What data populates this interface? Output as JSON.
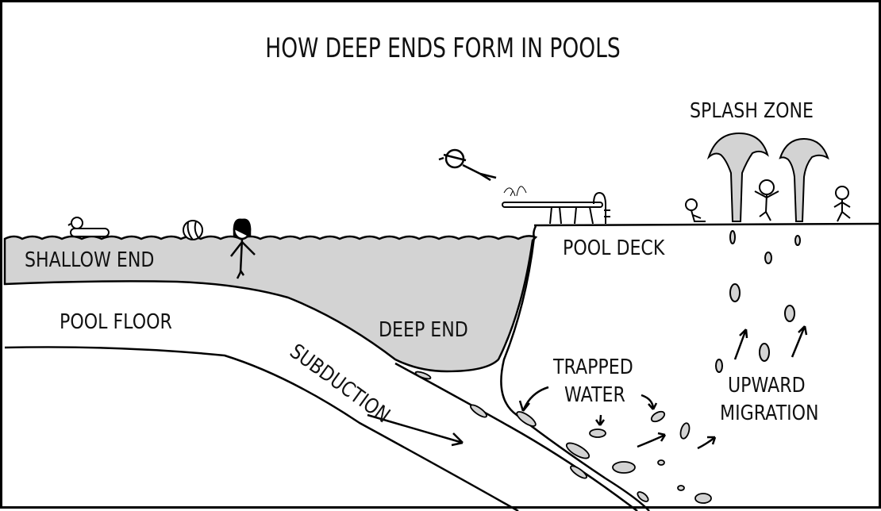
{
  "title": "HOW DEEP ENDS FORM IN POOLS",
  "labels": {
    "shallow_end": "SHALLOW END",
    "pool_floor": "POOL FLOOR",
    "deep_end": "DEEP END",
    "subduction": "SUBDUCTION",
    "pool_deck": "POOL DECK",
    "splash_zone": "SPLASH ZONE",
    "trapped_water": [
      "TRAPPED",
      "WATER"
    ],
    "upward_migration": [
      "UPWARD",
      "MIGRATION"
    ]
  },
  "figures": {
    "swimmer": "stick-figure-in-shallow-end",
    "diver": "stick-figure-diving",
    "splash_kids": [
      "stick-figure-sitting",
      "stick-figure-jumping",
      "stick-figure-running"
    ]
  },
  "props": [
    "rubber-duck-float",
    "beach-ball",
    "diving-board",
    "pool-ladder",
    "water-geysers"
  ],
  "colors": {
    "water": "#d3d3d3",
    "ink": "#000000",
    "background": "#ffffff"
  }
}
